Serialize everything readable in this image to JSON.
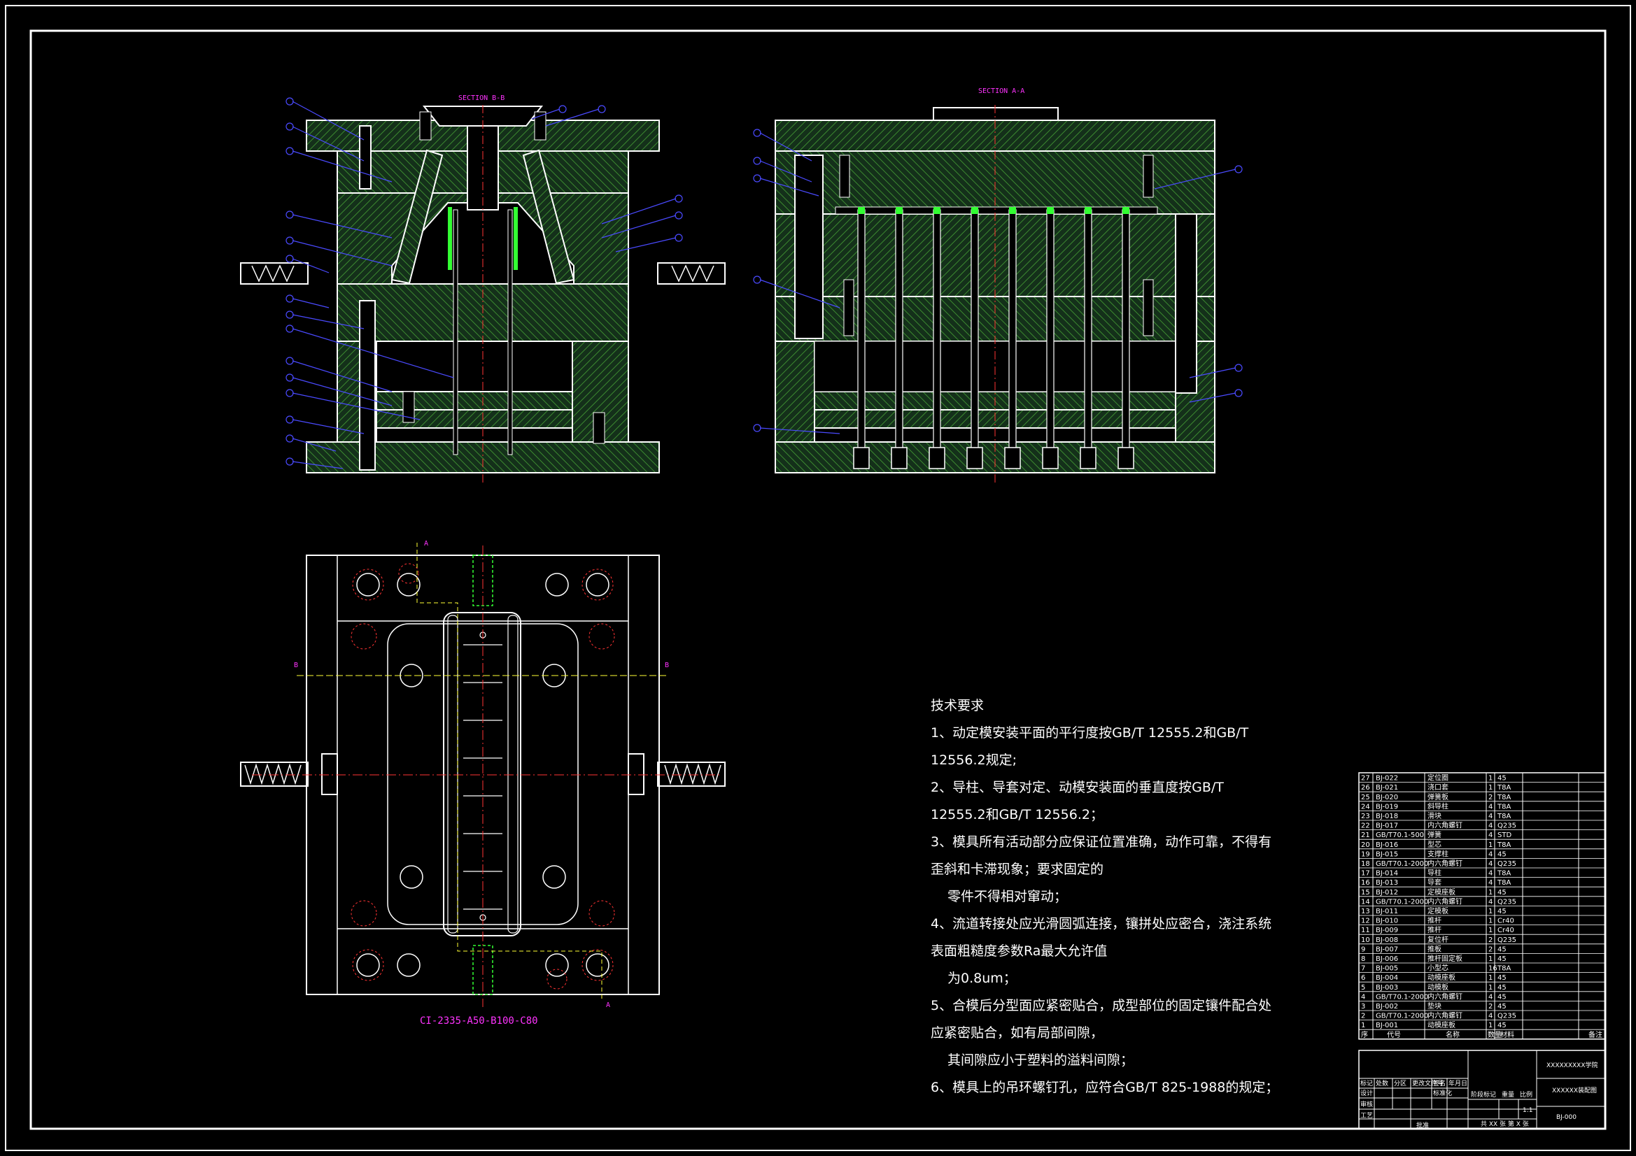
{
  "sections": {
    "section_b": "SECTION B-B",
    "section_a": "SECTION A-A",
    "plan_code": "CI-2335-A50-B100-C80",
    "cut_letters": [
      "A",
      "A",
      "B",
      "B"
    ]
  },
  "tech_requirements": {
    "title": "技术要求",
    "items": [
      "1、动定模安装平面的平行度按GB/T 12555.2和GB/T 12556.2规定;",
      "2、导柱、导套对定、动模安装面的垂直度按GB/T 12555.2和GB/T 12556.2；",
      "3、模具所有活动部分应保证位置准确，动作可靠，不得有歪斜和卡滞现象；要求固定的",
      "零件不得相对窜动；",
      "4、流道转接处应光滑圆弧连接，镶拼处应密合，浇注系统表面粗糙度参数Ra最大允许值",
      "为0.8um；",
      "5、合模后分型面应紧密贴合，成型部位的固定镶件配合处应紧密贴合，如有局部间隙，",
      "其间隙应小于塑料的溢料间隙；",
      "6、模具上的吊环螺钉孔，应符合GB/T 825-1988的规定；"
    ]
  },
  "bom": {
    "headers": [
      "序",
      "代号",
      "名称",
      "数量",
      "材料",
      "",
      "备注"
    ],
    "rows": [
      [
        "27",
        "BJ-022",
        "定位圈",
        "1",
        "45"
      ],
      [
        "26",
        "BJ-021",
        "浇口套",
        "1",
        "T8A"
      ],
      [
        "25",
        "BJ-020",
        "弹簧板",
        "2",
        "T8A"
      ],
      [
        "24",
        "BJ-019",
        "斜导柱",
        "4",
        "T8A"
      ],
      [
        "23",
        "BJ-018",
        "滑块",
        "4",
        "T8A"
      ],
      [
        "22",
        "BJ-017",
        "内六角螺钉",
        "4",
        "Q235"
      ],
      [
        "21",
        "GB/T70.1-500",
        "弹簧",
        "4",
        "STD"
      ],
      [
        "20",
        "BJ-016",
        "型芯",
        "1",
        "T8A"
      ],
      [
        "19",
        "BJ-015",
        "支撑柱",
        "4",
        "45"
      ],
      [
        "18",
        "GB/T70.1-2000",
        "内六角螺钉",
        "4",
        "Q235"
      ],
      [
        "17",
        "BJ-014",
        "导柱",
        "4",
        "T8A"
      ],
      [
        "16",
        "BJ-013",
        "导套",
        "4",
        "T8A"
      ],
      [
        "15",
        "BJ-012",
        "定模座板",
        "1",
        "45"
      ],
      [
        "14",
        "GB/T70.1-2000",
        "内六角螺钉",
        "4",
        "Q235"
      ],
      [
        "13",
        "BJ-011",
        "定模板",
        "1",
        "45"
      ],
      [
        "12",
        "BJ-010",
        "推杆",
        "1",
        "Cr40"
      ],
      [
        "11",
        "BJ-009",
        "推杆",
        "1",
        "Cr40"
      ],
      [
        "10",
        "BJ-008",
        "复位杆",
        "2",
        "Q235"
      ],
      [
        "9",
        "BJ-007",
        "推板",
        "2",
        "45"
      ],
      [
        "8",
        "BJ-006",
        "推杆固定板",
        "1",
        "45"
      ],
      [
        "7",
        "BJ-005",
        "小型芯",
        "16",
        "T8A"
      ],
      [
        "6",
        "BJ-004",
        "动模座板",
        "1",
        "45"
      ],
      [
        "5",
        "BJ-003",
        "动模板",
        "1",
        "45"
      ],
      [
        "4",
        "GB/T70.1-2000",
        "内六角螺钉",
        "4",
        "45"
      ],
      [
        "3",
        "BJ-002",
        "垫块",
        "2",
        "45"
      ],
      [
        "2",
        "GB/T70.1-2000",
        "内六角螺钉",
        "4",
        "Q235"
      ],
      [
        "1",
        "BJ-001",
        "动模座板",
        "1",
        "45"
      ]
    ]
  },
  "title_block": {
    "school": "XXXXXXXXX学院",
    "drawing_name": "XXXXXX装配图",
    "drawing_number": "BJ-000",
    "scale": "1:1",
    "sheet": "共 XX 张  第 X 张",
    "labels": [
      "标记",
      "处数",
      "分区",
      "更改文件号",
      "签名",
      "年月日",
      "设计",
      "审核",
      "工艺",
      "标准化",
      "批准",
      "阶段标记",
      "重量",
      "比例"
    ]
  },
  "colors": {
    "background": "#000000",
    "outline": "#ffffff",
    "hatch": "#3a7d2a",
    "section_fill": "#183a14",
    "leader": "#4a4aff",
    "label": "#ff33ff",
    "centerline": "#ff3333",
    "highlight": "#33ff33",
    "dim_yellow": "#ffff33"
  }
}
